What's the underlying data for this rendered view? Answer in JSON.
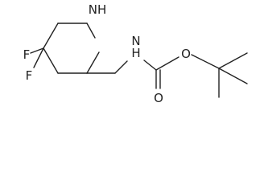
{
  "molecule": {
    "atom_labels": {
      "ring_nitrogen": "NH",
      "amide_nitrogen": "N",
      "amide_hydrogen": "H",
      "fluorine_upper": "F",
      "fluorine_lower": "F",
      "ester_oxygen": "O",
      "carbonyl_oxygen": "O"
    }
  }
}
